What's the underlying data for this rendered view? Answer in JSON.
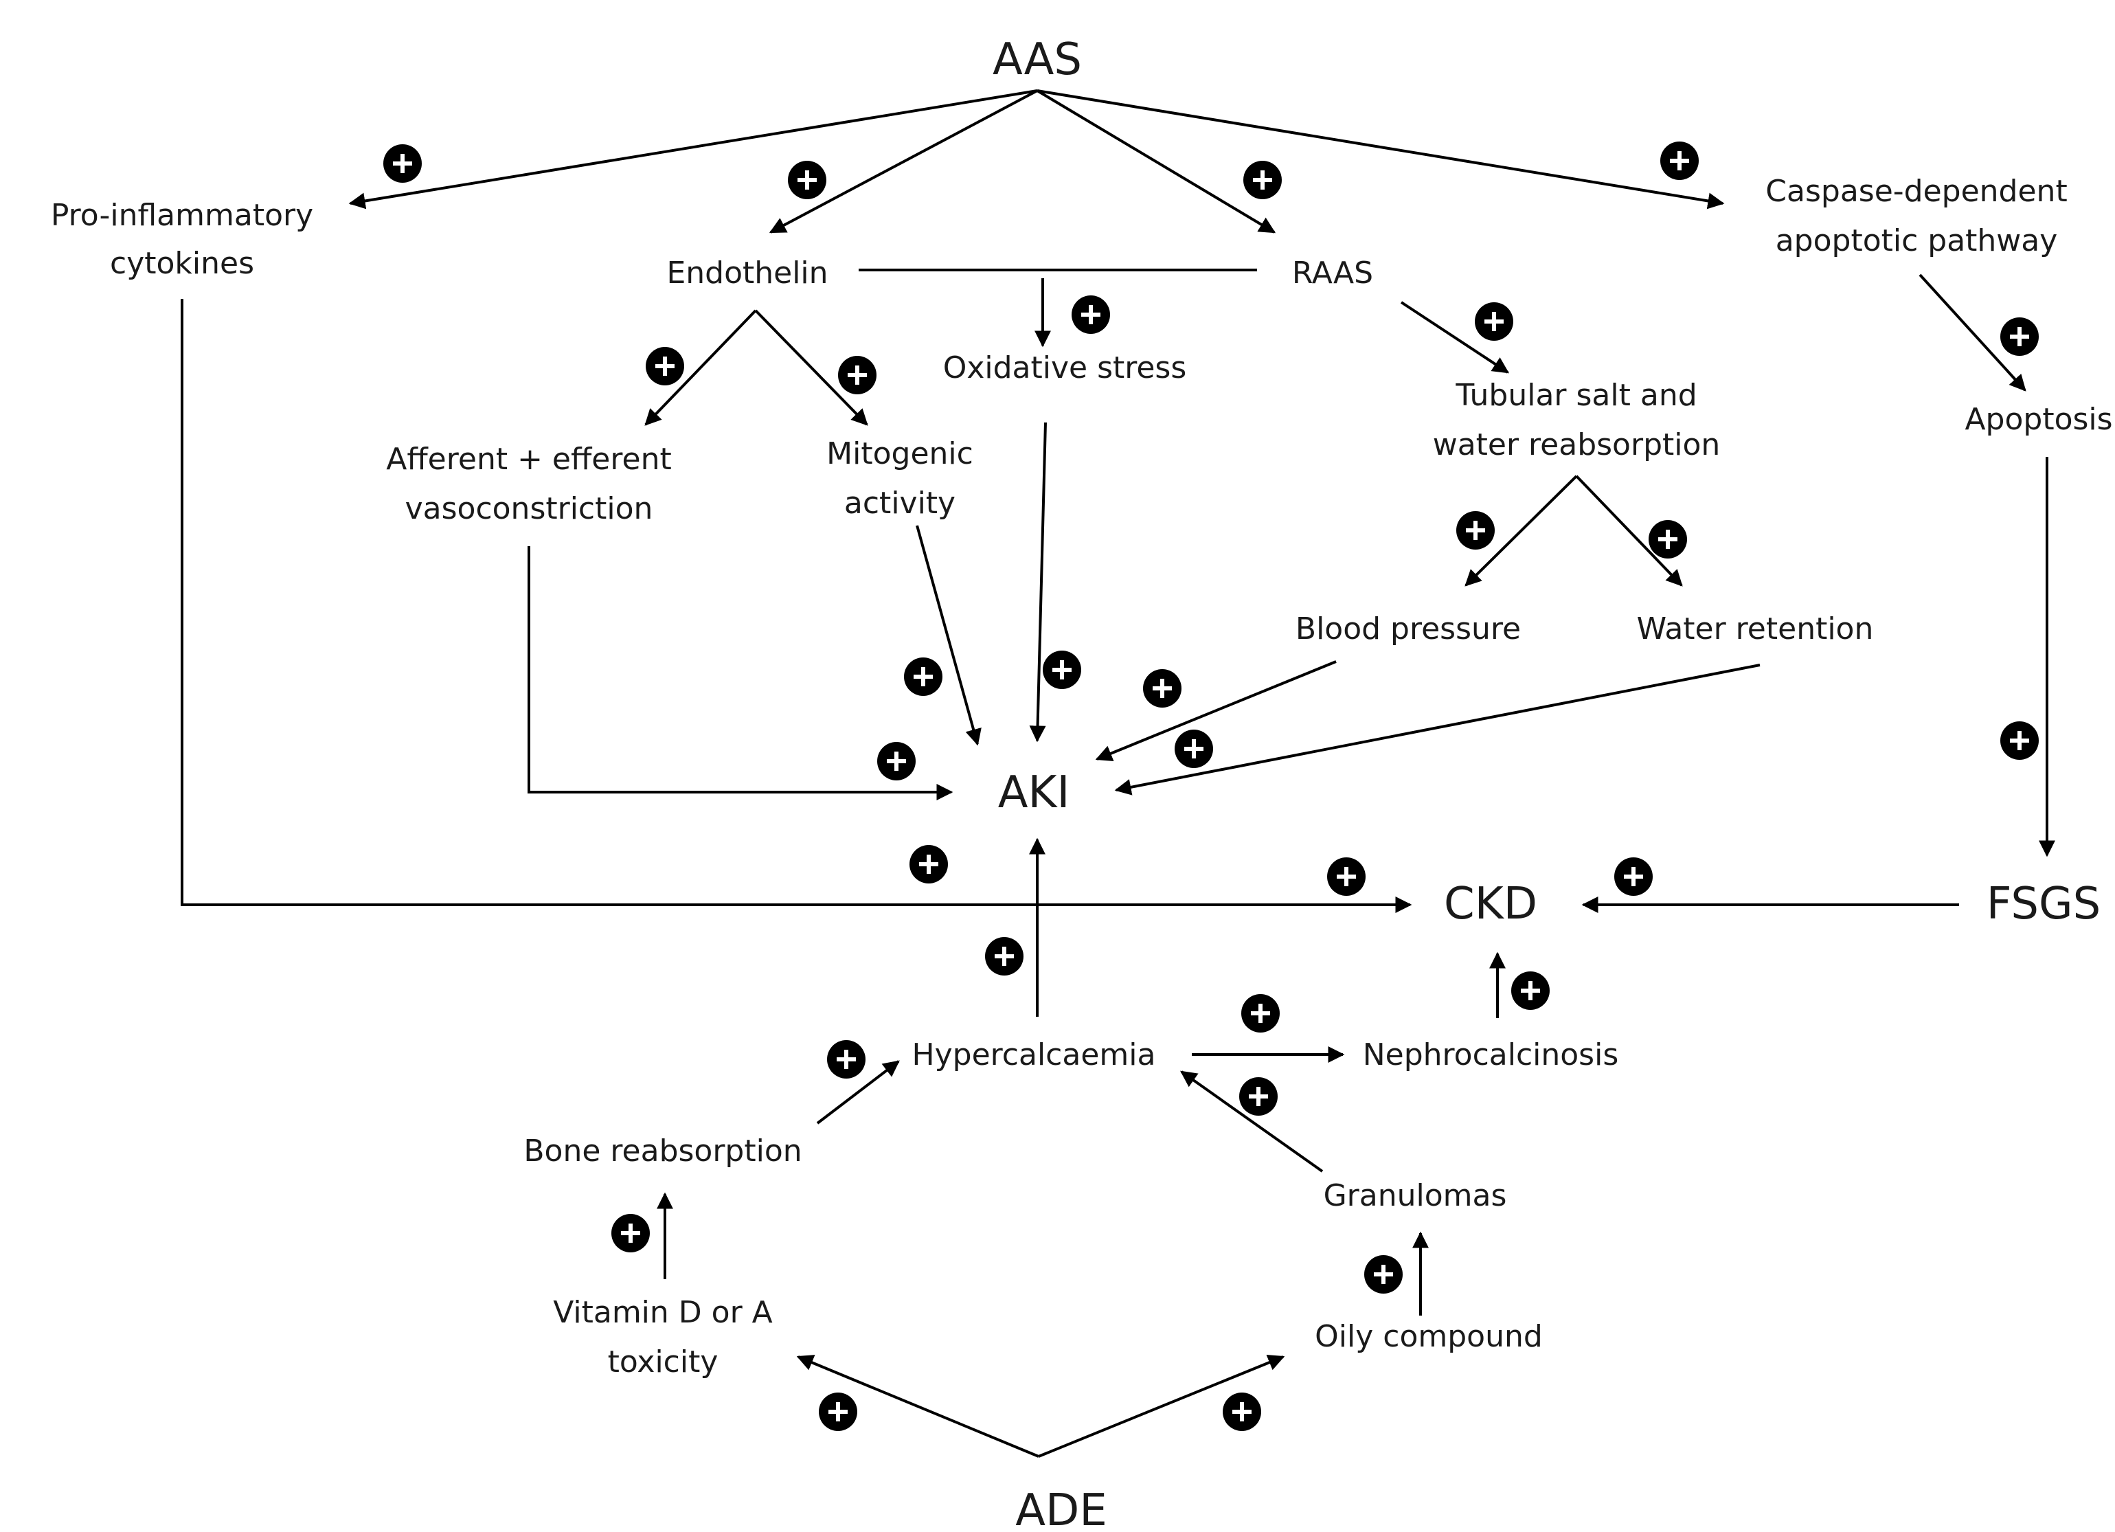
{
  "diagram": {
    "nodes": {
      "aas": "AAS",
      "pro_inflammatory_1": "Pro-inflammatory",
      "pro_inflammatory_2": "cytokines",
      "endothelin": "Endothelin",
      "raas": "RAAS",
      "caspase_1": "Caspase-dependent",
      "caspase_2": "apoptotic pathway",
      "oxidative_stress": "Oxidative stress",
      "tubular_1": "Tubular salt and",
      "tubular_2": "water reabsorption",
      "apoptosis": "Apoptosis",
      "vasoconstriction_1": "Afferent + efferent",
      "vasoconstriction_2": "vasoconstriction",
      "mitogenic_1": "Mitogenic",
      "mitogenic_2": "activity",
      "blood_pressure": "Blood pressure",
      "water_retention": "Water retention",
      "aki": "AKI",
      "ckd": "CKD",
      "fsgs": "FSGS",
      "hypercalcaemia": "Hypercalcaemia",
      "nephrocalcinosis": "Nephrocalcinosis",
      "bone_reabsorption": "Bone reabsorption",
      "granulomas": "Granulomas",
      "vitamin_1": "Vitamin D or A",
      "vitamin_2": "toxicity",
      "oily_compound": "Oily compound",
      "ade": "ADE"
    },
    "colors": {
      "line": "#000000",
      "text": "#1a1a1a",
      "plus_badge": "#000000",
      "plus_sign": "#ffffff"
    },
    "effect_icon": "plus-circle-icon"
  }
}
